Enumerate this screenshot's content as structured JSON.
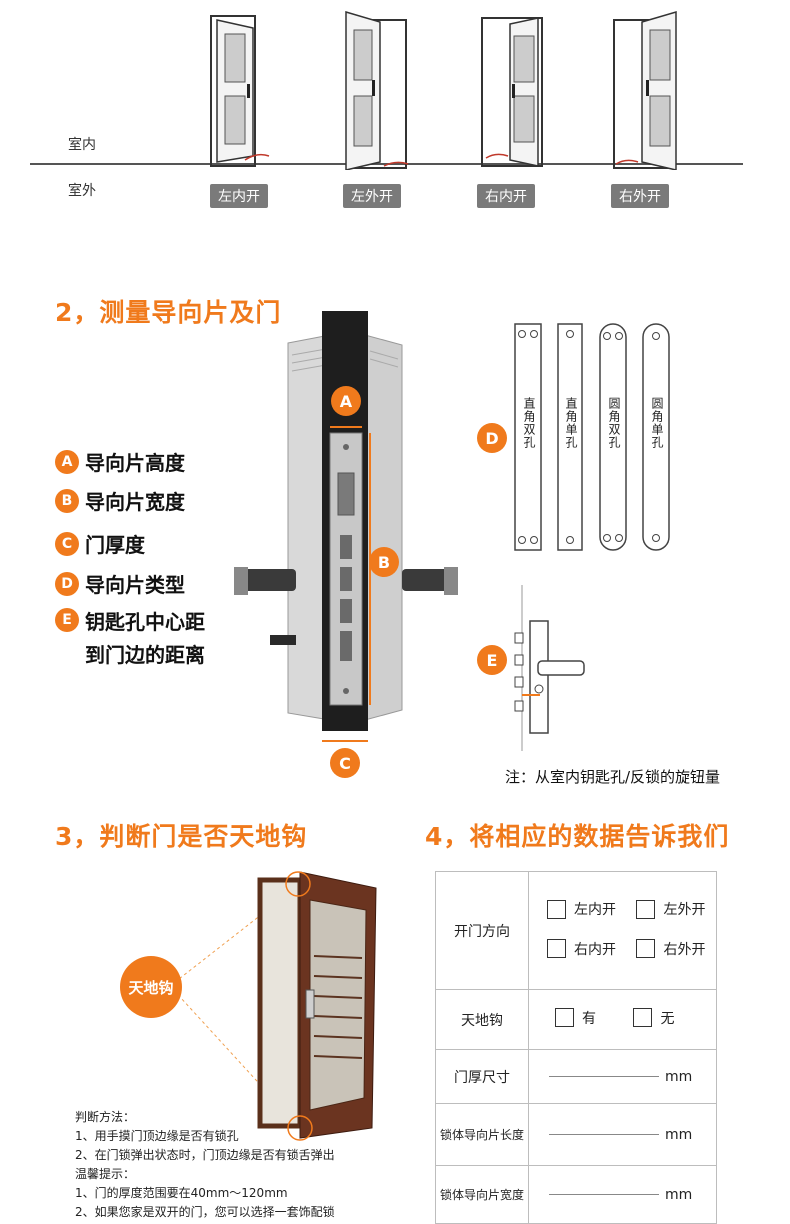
{
  "section1": {
    "indoor_label": "室内",
    "outdoor_label": "室外",
    "doors": [
      {
        "label": "左内开"
      },
      {
        "label": "左外开"
      },
      {
        "label": "右内开"
      },
      {
        "label": "右外开"
      }
    ]
  },
  "section2": {
    "heading": "2，测量导向片及门",
    "legend": [
      {
        "badge": "A",
        "text": "导向片高度"
      },
      {
        "badge": "B",
        "text": "导向片宽度"
      },
      {
        "badge": "C",
        "text": "门厚度"
      },
      {
        "badge": "D",
        "text": "导向片类型"
      },
      {
        "badge": "E",
        "text": "钥匙孔中心距",
        "text2": "到门边的距离"
      }
    ],
    "callouts": {
      "a": "A",
      "b": "B",
      "c": "C",
      "d": "D",
      "e": "E"
    },
    "plates": [
      {
        "label": "直角双孔"
      },
      {
        "label": "直角单孔"
      },
      {
        "label": "圆角双孔"
      },
      {
        "label": "圆角单孔"
      }
    ],
    "note": "注：从室内钥匙孔/反锁的旋钮量"
  },
  "section3": {
    "heading": "3，判断门是否天地钩",
    "hook_label": "天地钩",
    "method_title": "判断方法：",
    "method_1": "1、用手摸门顶边缘是否有锁孔",
    "method_2": "2、在门锁弹出状态时，门顶边缘是否有锁舌弹出",
    "tips_title": "温馨提示：",
    "tip_1": "1、门的厚度范围要在40mm～120mm",
    "tip_2": "2、如果您家是双开的门，您可以选择一套饰配锁"
  },
  "section4": {
    "heading": "4，将相应的数据告诉我们",
    "rows": {
      "direction": {
        "label": "开门方向",
        "options": [
          "左内开",
          "左外开",
          "右内开",
          "右外开"
        ]
      },
      "hook": {
        "label": "天地钩",
        "options": [
          "有",
          "无"
        ]
      },
      "thickness": {
        "label": "门厚尺寸",
        "unit": "mm"
      },
      "plate_length": {
        "label": "锁体导向片长度",
        "unit": "mm"
      },
      "plate_width": {
        "label": "锁体导向片宽度",
        "unit": "mm"
      }
    }
  },
  "colors": {
    "accent": "#f07a1c",
    "tag_gray": "#7a7a7a"
  }
}
